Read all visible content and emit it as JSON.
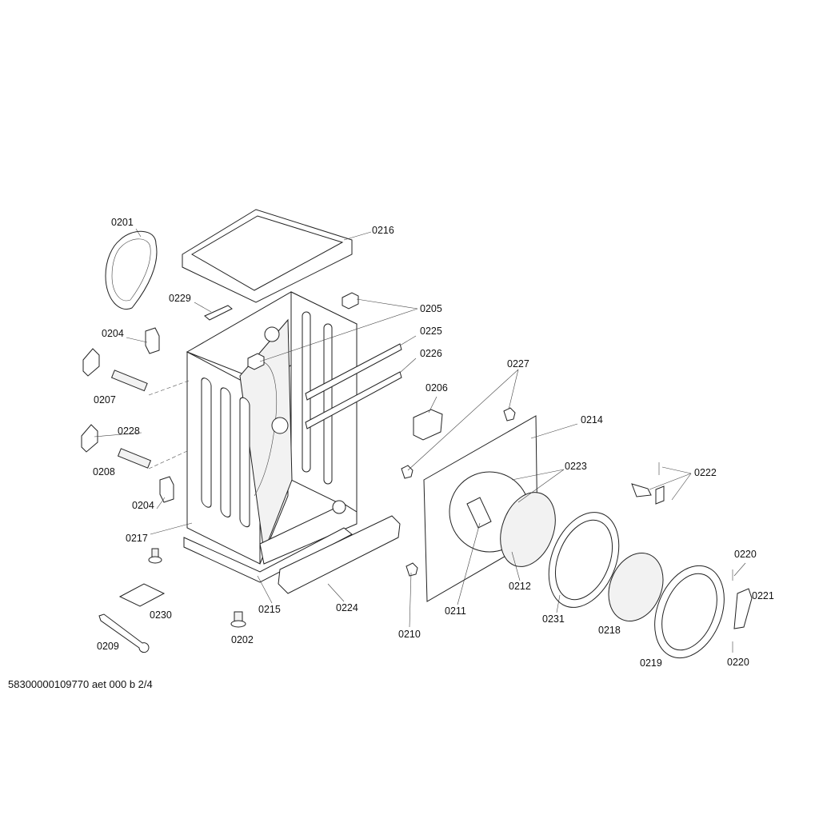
{
  "diagram": {
    "document_id": "58300000109770 aet 000 b 2/4",
    "labels": [
      "0201",
      "0216",
      "0229",
      "0205",
      "0204",
      "0225",
      "0226",
      "0227",
      "0207",
      "0206",
      "0214",
      "0228",
      "0223",
      "0222",
      "0208",
      "0204",
      "0217",
      "0220",
      "0230",
      "0215",
      "0224",
      "0211",
      "0212",
      "0231",
      "0218",
      "0221",
      "0210",
      "0202",
      "0209",
      "0219",
      "0220"
    ]
  }
}
